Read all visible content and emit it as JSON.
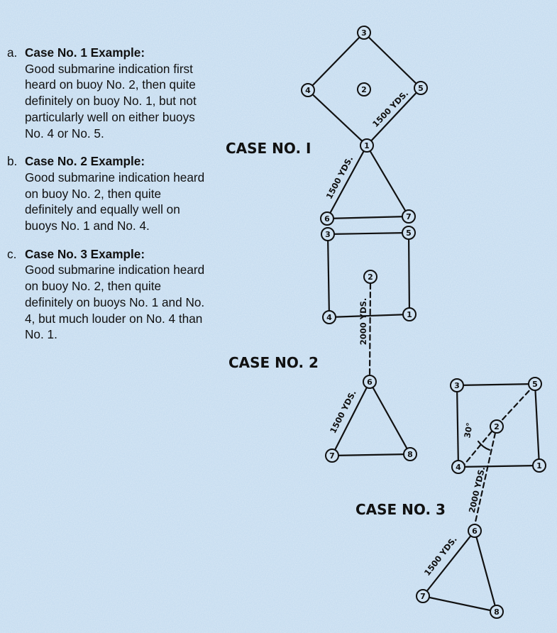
{
  "examples": [
    {
      "marker": "a.",
      "title": "Case No. 1 Example:",
      "body": "Good submarine indication first heard on buoy No. 2, then quite definitely on buoy No. 1, but not particularly well on either buoys No. 4 or No. 5."
    },
    {
      "marker": "b.",
      "title": "Case No. 2 Example:",
      "body": "Good submarine indication heard on buoy No. 2, then quite definitely and equally well on buoys No. 1 and No. 4."
    },
    {
      "marker": "c.",
      "title": "Case No. 3 Example:",
      "body": "Good submarine indication heard on buoy No. 2, then quite definitely on buoys No. 1 and No. 4, but much louder on No. 4 than No. 1."
    }
  ],
  "diagram": {
    "case1": {
      "caption": "CASE  NO. I",
      "dist_top": "1500 YDS.",
      "dist_lower": "1500 YDS.",
      "buoys": {
        "b1": "1",
        "b2": "2",
        "b3": "3",
        "b4": "4",
        "b5": "5",
        "b6": "6",
        "b7": "7"
      }
    },
    "case2": {
      "caption": "CASE  NO. 2",
      "dist_long": "2000 YDS.",
      "dist_tri": "1500 YDS.",
      "buoys": {
        "b1": "1",
        "b2": "2",
        "b3": "3",
        "b4": "4",
        "b5": "5",
        "b6": "6",
        "b7": "7",
        "b8": "8"
      }
    },
    "case3": {
      "caption": "CASE  NO. 3",
      "angle": "30°",
      "dist_long": "2000 YDS.",
      "dist_tri": "1500 YDS.",
      "buoys": {
        "b1": "1",
        "b2": "2",
        "b3": "3",
        "b4": "4",
        "b5": "5",
        "b6": "6",
        "b7": "7",
        "b8": "8"
      }
    }
  }
}
